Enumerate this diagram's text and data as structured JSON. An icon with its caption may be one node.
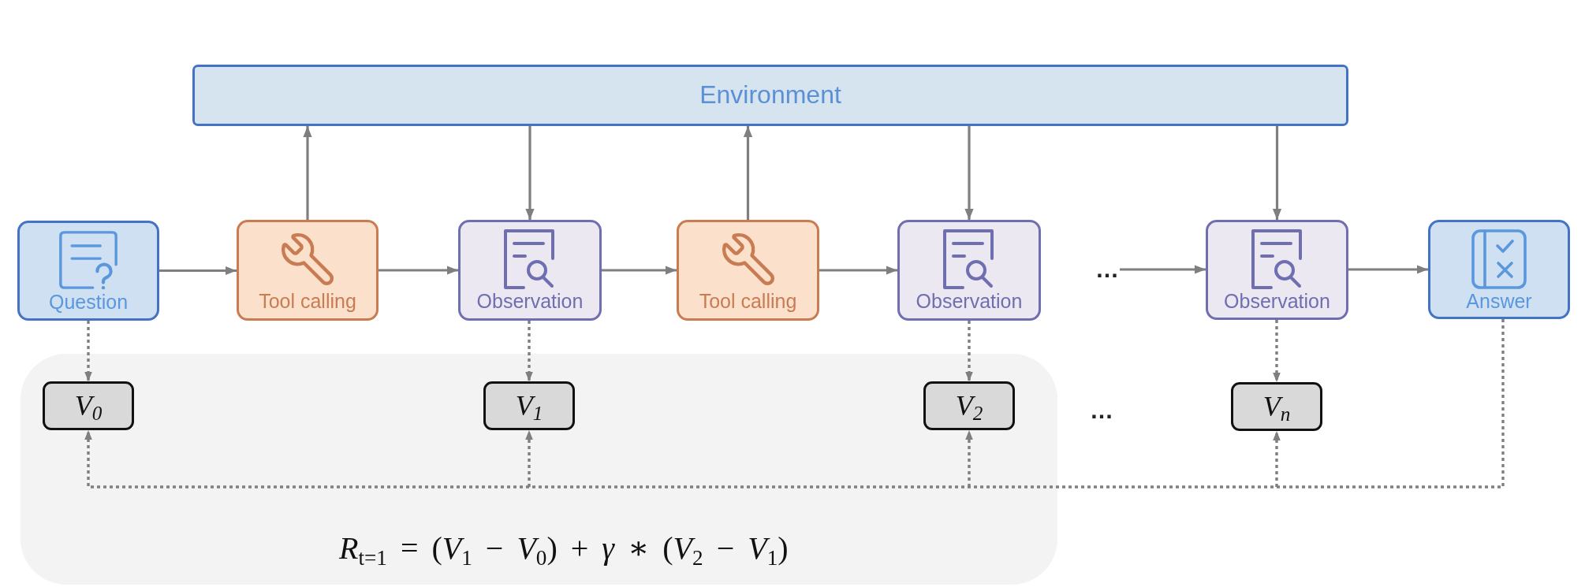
{
  "diagram": {
    "nodes": [
      {
        "text": [
          "Environment"
        ]
      },
      {
        "text": [
          "Question"
        ]
      },
      {
        "text": [
          "Tool calling"
        ]
      },
      {
        "text": [
          "Observation"
        ]
      },
      {
        "text": [
          "Tool calling"
        ]
      },
      {
        "text": [
          "Observation"
        ]
      },
      {
        "text": [
          "…"
        ]
      },
      {
        "text": [
          "Observation"
        ]
      },
      {
        "text": [
          "Answer"
        ]
      },
      {
        "text": [
          "*R*$_{t=1}$ = (*V*$_{1}$ − *V*$_{0}$) + *γ* ∗ (*V*$_{2}$ − *V*$_{1}$)"
        ]
      },
      {
        "text": [
          "V$_{0}$"
        ],
        "in": 9
      },
      {
        "text": [
          "V$_{1}$"
        ],
        "in": 9
      },
      {
        "text": [
          "V$_{2}$"
        ],
        "in": 9
      },
      {
        "text": [
          "V$_{n}$"
        ]
      }
    ],
    "edges": [
      {
        "from": 1,
        "to": 2,
        "arrow": "to"
      },
      {
        "from": 2,
        "to": 0,
        "arrow": "to"
      },
      {
        "from": 0,
        "to": 3,
        "arrow": "to"
      },
      {
        "from": 2,
        "to": 3,
        "arrow": "to"
      },
      {
        "from": 3,
        "to": 4,
        "arrow": "to"
      },
      {
        "from": 4,
        "to": 0,
        "arrow": "to"
      },
      {
        "from": 0,
        "to": 5,
        "arrow": "to"
      },
      {
        "from": 4,
        "to": 5,
        "arrow": "to"
      },
      {
        "from": 0,
        "to": 7,
        "arrow": "to"
      },
      {
        "from": 6,
        "to": 7,
        "arrow": "to"
      },
      {
        "from": 7,
        "to": 8,
        "arrow": "to"
      },
      {
        "from": 1,
        "to": 10,
        "arrow": "to",
        "style": "dashed"
      },
      {
        "from": 3,
        "to": 11,
        "arrow": "to",
        "style": "dashed"
      },
      {
        "from": 5,
        "to": 12,
        "arrow": "to",
        "style": "dashed"
      },
      {
        "from": 7,
        "to": 13,
        "arrow": "to",
        "style": "dashed"
      },
      {
        "from": 8,
        "to": 10,
        "arrow": "to",
        "style": "dashed"
      },
      {
        "from": 8,
        "to": 11,
        "arrow": "to",
        "style": "dashed"
      },
      {
        "from": 8,
        "to": 12,
        "arrow": "to",
        "style": "dashed"
      },
      {
        "from": 8,
        "to": 13,
        "arrow": "to",
        "style": "dashed"
      }
    ],
    "labels": [
      "…"
    ]
  }
}
